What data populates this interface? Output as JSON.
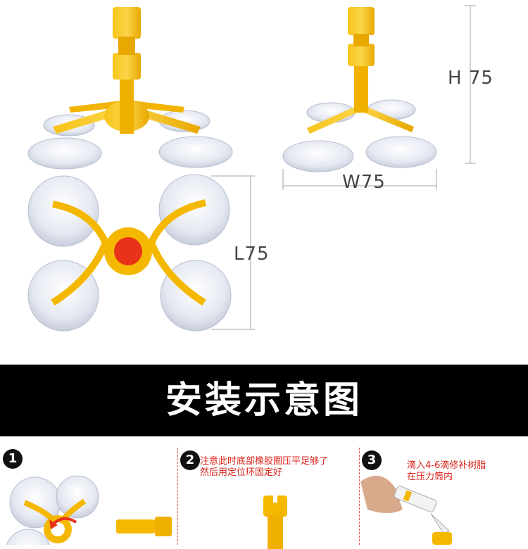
{
  "dimensions": {
    "height_label": "H 75",
    "width_label": "W75",
    "length_label": "L75"
  },
  "banner": {
    "title": "安装示意图"
  },
  "steps": [
    {
      "number": "1",
      "text": ""
    },
    {
      "number": "2",
      "text_line1": "注意此时底部橡胶圈压平足够了",
      "text_line2": "然后用定位环固定好"
    },
    {
      "number": "3",
      "text_line1": "滴入4-6滴修补树脂",
      "text_line2": "在压力筒内"
    }
  ],
  "colors": {
    "accent_yellow": "#f5b800",
    "center_red": "#e8321a",
    "banner_bg": "#000000",
    "step_text": "#d9241b",
    "suction_cup": "#dfe4ef"
  }
}
